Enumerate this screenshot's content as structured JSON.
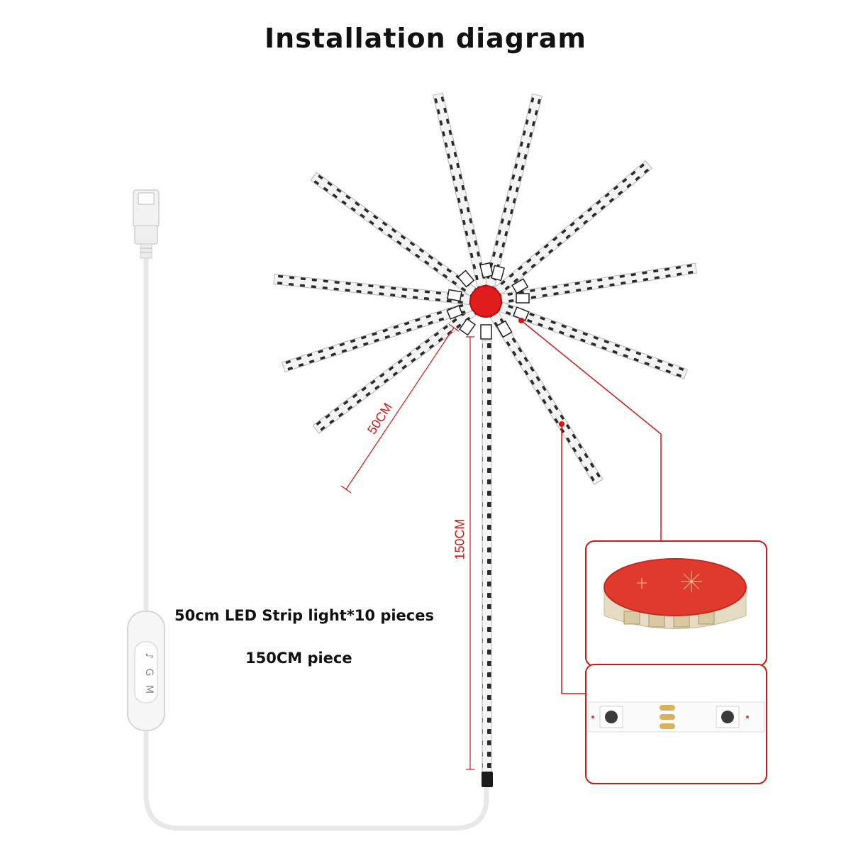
{
  "title": "Installation diagram",
  "dimensions": {
    "short_strip": "50CM",
    "long_strip": "150CM"
  },
  "notes": {
    "line1": "50cm LED Strip light*10 pieces",
    "line2": "150CM piece"
  },
  "components": {
    "hub_color": "#e01c1c",
    "callout_color": "#d11818",
    "strip_count": 10,
    "controller_buttons": [
      "♪",
      "G",
      "M"
    ]
  }
}
